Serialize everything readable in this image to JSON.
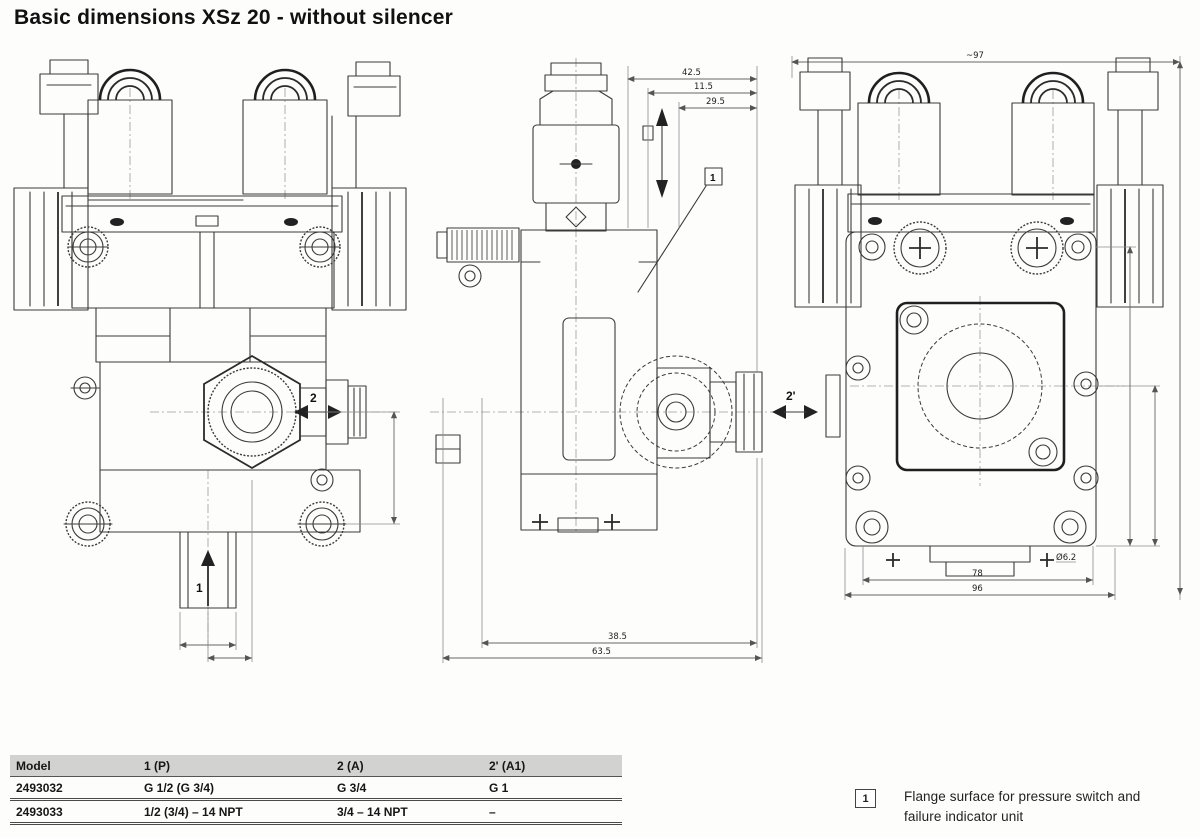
{
  "page": {
    "title": "Basic dimensions XSz 20 - without silencer"
  },
  "drawing": {
    "port_labels": {
      "p1": "1",
      "p2": "2",
      "p2a": "2'"
    },
    "ref_marker": "1",
    "dims": {
      "side_top": [
        "42.5",
        "11.5",
        "29.5"
      ],
      "side_bottom": [
        "38.5",
        "63.5"
      ],
      "rear_top": "~97",
      "rear_bottom": [
        "78",
        "96"
      ],
      "rear_hole": "Ø6.2"
    }
  },
  "table": {
    "headers": [
      "Model",
      "1 (P)",
      "2 (A)",
      "2' (A1)"
    ],
    "rows": [
      [
        "2493032",
        "G 1/2 (G 3/4)",
        "G 3/4",
        "G 1"
      ],
      [
        "2493033",
        "1/2 (3/4) – 14 NPT",
        "3/4 – 14 NPT",
        "–"
      ]
    ]
  },
  "footnote": {
    "ref": "1",
    "line1": "Flange surface for pressure switch and",
    "line2": "failure indicator unit"
  }
}
